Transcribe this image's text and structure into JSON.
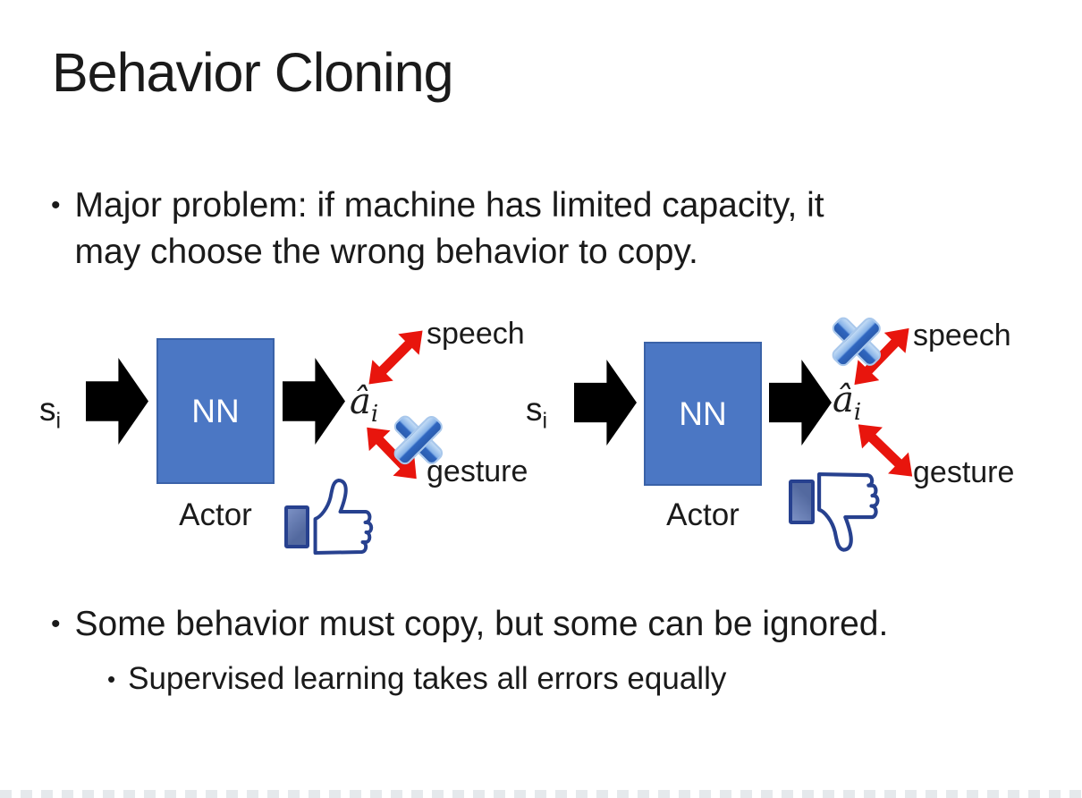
{
  "slide": {
    "title": "Behavior Cloning",
    "bullets": {
      "glyph": "•",
      "b1_line1": "Major problem: if machine has limited capacity, it",
      "b1_line2": "may choose the wrong behavior to copy.",
      "b2": "Some behavior must copy, but some can be ignored.",
      "sub": "Supervised learning takes all errors equally"
    }
  },
  "diagram": {
    "input_base": "s",
    "input_sub": "i",
    "nn_label": "NN",
    "actor_label": "Actor",
    "output_base": "â",
    "output_sub": "i",
    "speech_label": "speech",
    "gesture_label": "gesture",
    "left_verdict_icon": "thumbs-up-icon",
    "right_verdict_icon": "thumbs-down-icon",
    "left_crossed_out": "gesture",
    "right_crossed_out": "speech"
  },
  "colors": {
    "text": "#1a1a1a",
    "nn_fill": "#4b77c4",
    "nn_border": "#3a62a8",
    "nn_text": "#ffffff",
    "arrow_black": "#000000",
    "arrow_red": "#e8150d",
    "x_blue_light": "#c3dcf5",
    "x_blue_dark": "#2f66c0",
    "thumb_outline": "#27418f",
    "cuff_fill": "#53699f",
    "hand_fill": "#ffffff"
  }
}
